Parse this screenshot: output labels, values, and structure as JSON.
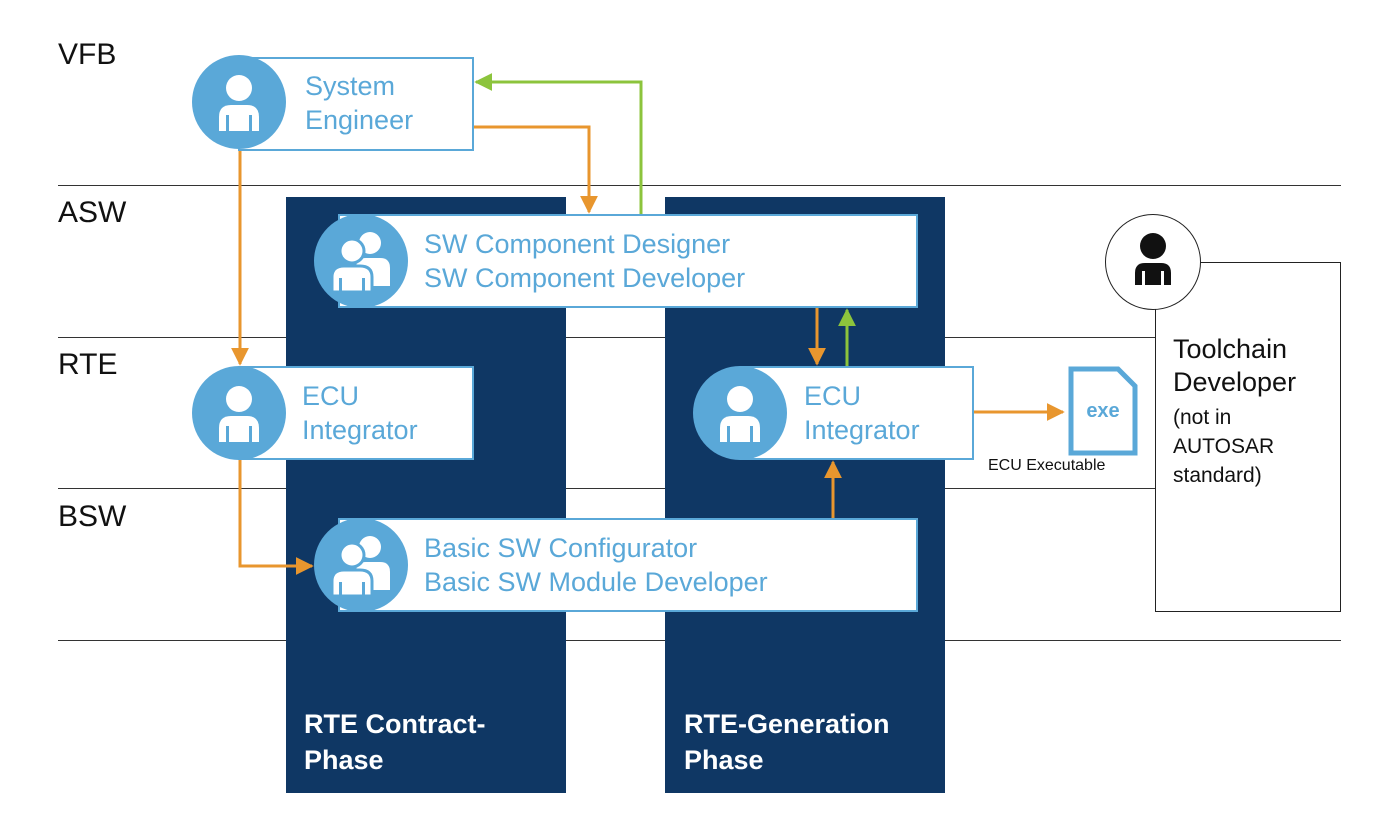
{
  "layers": [
    "VFB",
    "ASW",
    "RTE",
    "BSW"
  ],
  "phases": {
    "contract": "RTE Contract-\nPhase",
    "generation": "RTE-Generation\nPhase"
  },
  "roles": {
    "system_engineer": [
      "System",
      "Engineer"
    ],
    "sw_component": [
      "SW Component Designer",
      "SW Component Developer"
    ],
    "ecu_integrator_left": [
      "ECU",
      "Integrator"
    ],
    "ecu_integrator_right": [
      "ECU",
      "Integrator"
    ],
    "basic_sw": [
      "Basic SW Configurator",
      "Basic SW Module Developer"
    ]
  },
  "toolchain": {
    "title": "Toolchain\nDeveloper",
    "note": "(not in\nAUTOSAR\nstandard)"
  },
  "executable": {
    "icon_text": "exe",
    "caption": "ECU Executable"
  },
  "colors": {
    "phase_bg": "#0f3764",
    "role_blue": "#5aa8d8",
    "arrow_orange": "#e8962e",
    "arrow_green": "#8cc43c"
  },
  "icons": {
    "single_person": "person-icon",
    "group": "group-icon",
    "file": "file-icon"
  }
}
